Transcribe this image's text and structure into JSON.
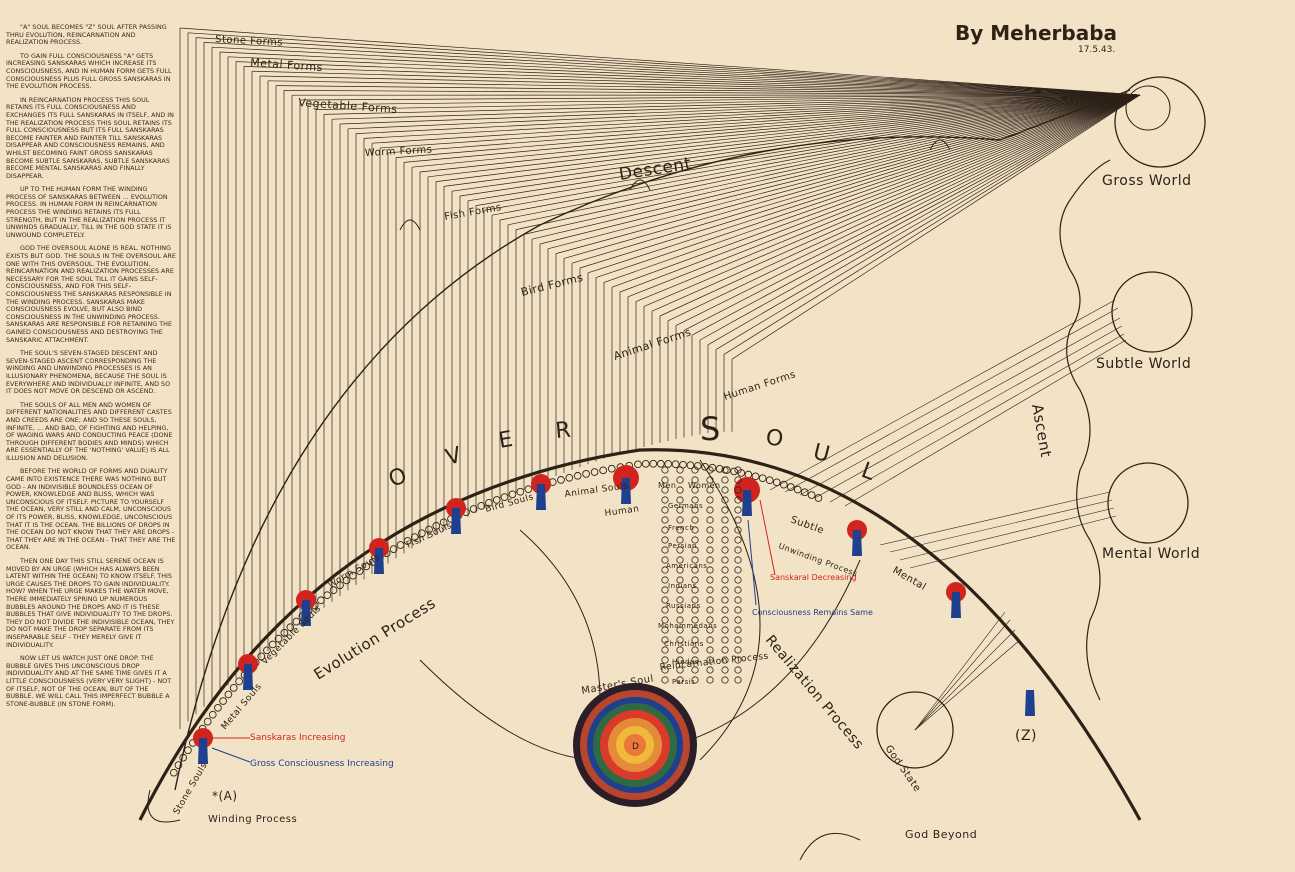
{
  "title": "By Meherbaba",
  "date": "17.5.43.",
  "essay": [
    "\"A\" soul becomes \"Z\" soul after passing thru evolution, reincarnation and realization process.",
    "To gain full consciousness \"A\" gets increasing sanskaras which increase its consciousness, and in human form gets full consciousness plus full gross sanskaras in the evolution process.",
    "In reincarnation process this soul retains its full consciousness and exchanges its full sanskaras in itself, and in the realization process this soul retains its full consciousness but its full sanskaras become fainter and fainter till sanskaras disappear and consciousness remains, and whilst becoming faint gross sanskaras become subtle sanskaras, subtle sanskaras become mental sanskaras and finally disappear.",
    "Up to the human form the winding process of sanskaras between ... evolution process. In human form in reincarnation process the winding retains its full strength, but in the realization process it unwinds gradually, till in the God state it is unwound completely.",
    "God the oversoul alone is real. Nothing exists but God. The souls in the oversoul are one with this oversoul. The evolution, reincarnation and realization processes are necessary for the soul till it gains self-consciousness, and for this self-consciousness the sanskaras responsible in the winding process. Sanskaras make consciousness evolve, but also bind consciousness in the unwinding process. Sanskaras are responsible for retaining the gained consciousness and destroying the sanskaric attachment.",
    "The soul's seven-staged descent and seven-staged ascent corresponding the winding and unwinding processes is an illusionary phenomena, because the soul is everywhere and individually infinite, and so it does not move or descend or ascend.",
    "The souls of all men and women of different nationalities and different castes and creeds are one; and so these souls, infinite, ... and bad, of fighting and helping, of waging wars and conducting peace (done through different bodies and minds) which are essentially of the 'nothing' value) is all illusion and delusion.",
    "Before the world of forms and duality came into existence there was nothing but God - an indivisible boundless ocean of power, knowledge and bliss, which was unconscious of itself. Picture to yourself the ocean, very still and calm, unconscious of its power, bliss, knowledge, unconscious that it is the ocean. The billions of drops in the ocean do not know that they are drops - that they are in the ocean - that they are the ocean.",
    "Then one day this still serene ocean is moved by an urge (which has always been latent within the ocean) to know itself. This urge causes the drops to gain individuality. How? When the urge makes the water move, there immediately spring up numerous bubbles around the drops and it is these bubbles that give individuality to the drops. They do not divide the indivisible ocean, they do not make the drop separate from its inseparable self - they merely give it individuality.",
    "Now let us watch just one drop. The bubble gives this unconscious drop individuality and at the same time gives it a little consciousness (very very slight) - not of itself, not of the ocean, but of the bubble. We will call this imperfect bubble a stone-bubble (in stone form)."
  ],
  "forms": [
    "Stone Forms",
    "Metal Forms",
    "Vegetable Forms",
    "Worm Forms",
    "Fish Forms",
    "Bird Forms",
    "Animal Forms",
    "Human Forms"
  ],
  "descent": "Descent",
  "ascent": "Ascent",
  "worlds": {
    "gross": "Gross World",
    "subtle": "Subtle World",
    "mental": "Mental World"
  },
  "oversoul": [
    "O",
    "V",
    "E",
    "R",
    "S",
    "O",
    "U",
    "L"
  ],
  "souls": {
    "stone": "Stone Souls",
    "metal": "Metal Souls",
    "vegetable": "Vegetable Souls",
    "worm": "Worm Souls",
    "fish": "Fish Souls",
    "bird": "Bird Souls",
    "animal": "Animal Souls",
    "human": "Human",
    "subtle": "Subtle",
    "mental": "Mental"
  },
  "processes": {
    "evolution": "Evolution Process",
    "reincarnation": "Reincarnation Process",
    "realization": "Realization Process",
    "winding": "Winding Process",
    "unwinding": "Unwinding Process"
  },
  "annotations": {
    "sanskaras_increasing": "Sanskaras Increasing",
    "gross_consciousness": "Gross Consciousness Increasing",
    "sanskaras_decreasing": "Sanskaral Decreasing",
    "consciousness_same": "Consciousness Remains Same"
  },
  "reincarnation_column": [
    "Men",
    "Women",
    "Germans",
    "French",
    "Persian",
    "Americans",
    "Indians",
    "Russians",
    "Mohammedans",
    "Christians",
    "Hindus",
    "Parsis"
  ],
  "masters_soul": "Master's Soul",
  "god_state": "God State",
  "god_beyond": "God Beyond",
  "marker_a": "*(A)",
  "marker_z": "(Z)",
  "colors": {
    "paper": "#f3e3c6",
    "ink": "#2e2218",
    "soul_red": "#d2241e",
    "soul_blue": "#1f3f8f",
    "annotation_red": "#d2241e",
    "annotation_blue": "#1f3f8f"
  }
}
